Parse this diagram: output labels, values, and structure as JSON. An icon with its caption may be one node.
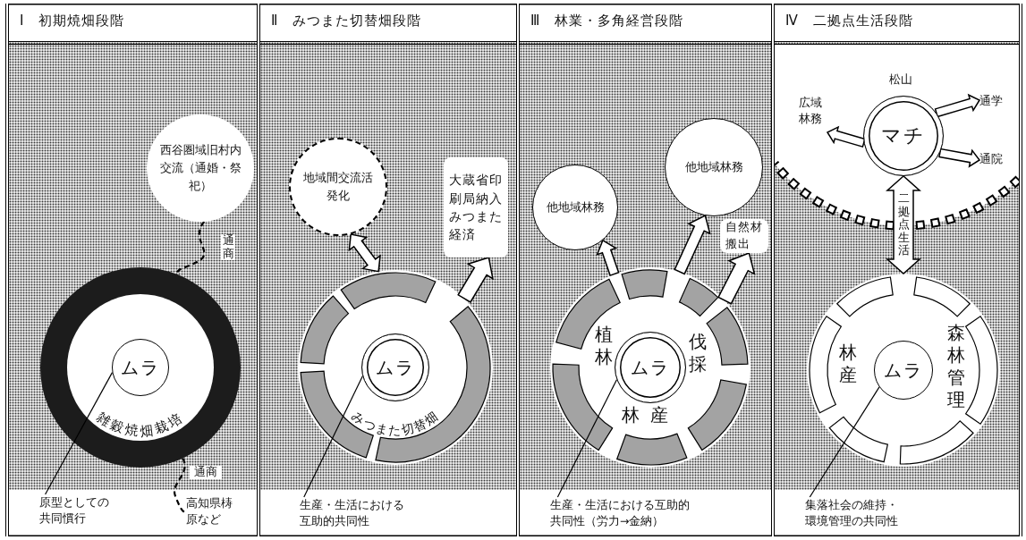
{
  "diagram": {
    "nodes": [
      {
        "text": [
          "Ⅰ　初期焼畑段階"
        ]
      },
      {
        "text": [
          "雑穀焼畑栽培"
        ],
        "in": 0
      },
      {
        "text": [
          "ムラ"
        ],
        "in": 1
      },
      {
        "text": [
          "西谷圏域旧村内交流（通婚・祭祀）"
        ],
        "in": 0
      },
      {
        "text": [
          "高知県梼原など"
        ],
        "in": 0
      },
      {
        "text": [
          "原型としての共同慣行"
        ],
        "in": 0
      },
      {
        "text": [
          "Ⅱ　みつまた切替畑段階"
        ]
      },
      {
        "text": [
          "みつまた切替畑"
        ],
        "in": 6
      },
      {
        "text": [
          "ムラ"
        ],
        "in": 7
      },
      {
        "text": [
          "地域間交流活発化"
        ],
        "in": 6
      },
      {
        "text": [
          "大蔵省印刷局納入みつまた経済"
        ],
        "in": 6
      },
      {
        "text": [
          "生産・生活における互助的共同性"
        ],
        "in": 6
      },
      {
        "text": [
          "Ⅲ　林業・多角経営段階"
        ]
      },
      {
        "text": [
          "植林",
          "伐採",
          "林産"
        ],
        "in": 12
      },
      {
        "text": [
          "ムラ"
        ],
        "in": 13
      },
      {
        "text": [
          "他地域林務"
        ],
        "in": 12
      },
      {
        "text": [
          "他地域林務"
        ],
        "in": 12
      },
      {
        "text": [
          "自然材搬出"
        ],
        "in": 12
      },
      {
        "text": [
          "生産・生活における互助的共同性（労力→金納）"
        ],
        "in": 12
      },
      {
        "text": [
          "Ⅳ　二拠点生活段階"
        ]
      },
      {
        "text": [
          "マチ"
        ],
        "beside": [
          "松山"
        ],
        "in": 19
      },
      {
        "text": [
          "広域林務"
        ],
        "in": 19
      },
      {
        "text": [
          "通学"
        ],
        "in": 19
      },
      {
        "text": [
          "通院"
        ],
        "in": 19
      },
      {
        "text": [
          "林産",
          "森林管理"
        ],
        "in": 19
      },
      {
        "text": [
          "ムラ"
        ],
        "in": 24
      },
      {
        "text": [
          "集落社会の維持・環境管理の共同性"
        ],
        "in": 19
      }
    ],
    "edges": [
      {
        "from": 3,
        "to": 1,
        "arrow": "none",
        "label": "通商",
        "style": "dashed"
      },
      {
        "from": 1,
        "to": 4,
        "arrow": "none",
        "label": "通商",
        "style": "dashed"
      },
      {
        "from": 5,
        "to": 2,
        "arrow": "none"
      },
      {
        "from": 9,
        "to": 7,
        "arrow": "both",
        "style": "thick"
      },
      {
        "from": 7,
        "to": 10,
        "arrow": "to",
        "style": "thick"
      },
      {
        "from": 11,
        "to": 8,
        "arrow": "none"
      },
      {
        "from": 13,
        "to": 15,
        "arrow": "to",
        "style": "thick"
      },
      {
        "from": 13,
        "to": 16,
        "arrow": "to",
        "style": "thick"
      },
      {
        "from": 13,
        "to": 17,
        "arrow": "to",
        "style": "thick"
      },
      {
        "from": 18,
        "to": 14,
        "arrow": "none"
      },
      {
        "from": 20,
        "to": 21,
        "arrow": "to",
        "style": "thick"
      },
      {
        "from": 20,
        "to": 22,
        "arrow": "to",
        "style": "thick"
      },
      {
        "from": 20,
        "to": 23,
        "arrow": "to",
        "style": "thick"
      },
      {
        "from": 20,
        "to": 24,
        "arrow": "both",
        "label": "二拠点生活",
        "style": "thick"
      },
      {
        "from": 26,
        "to": 25,
        "arrow": "none"
      }
    ]
  }
}
